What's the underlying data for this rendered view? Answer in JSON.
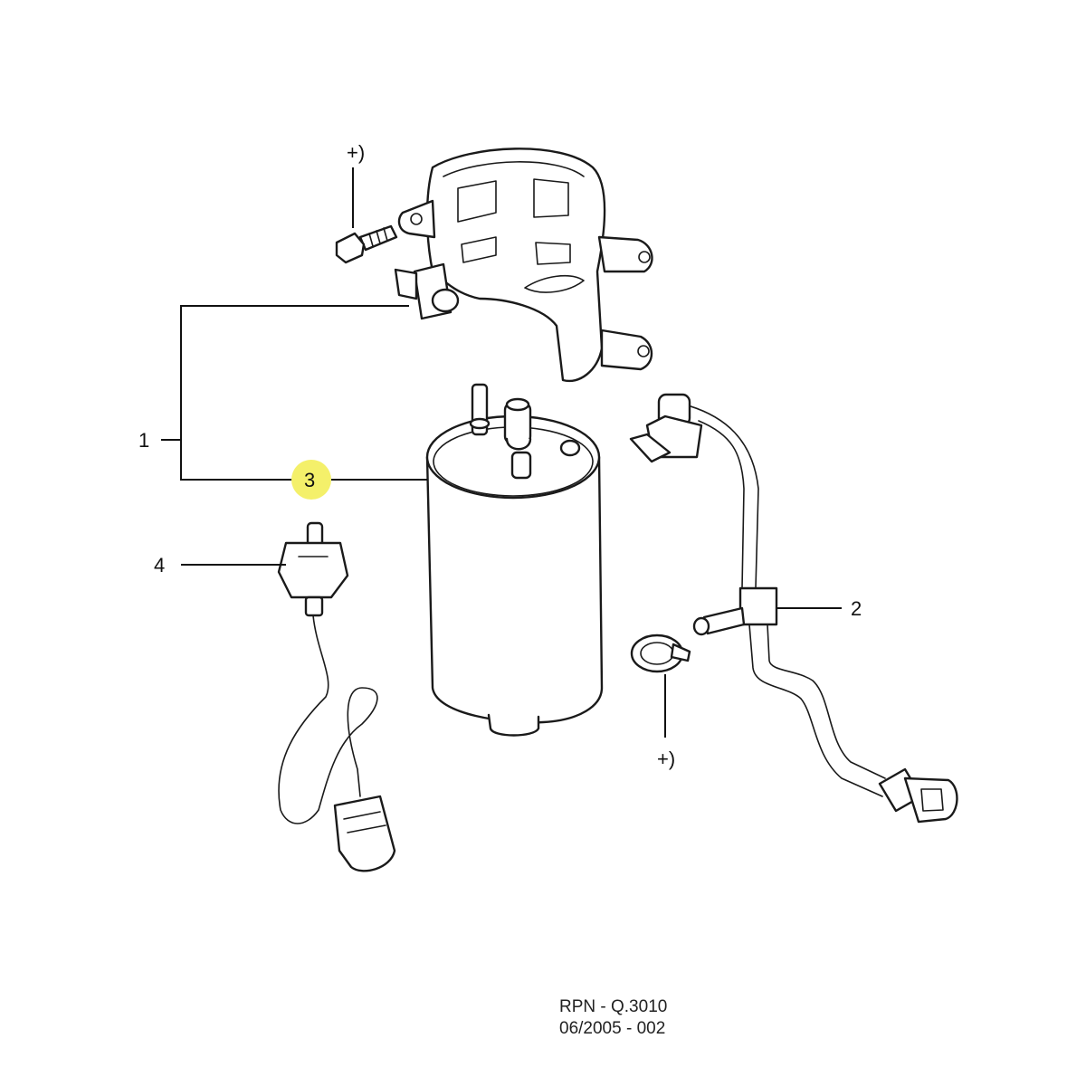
{
  "callouts": {
    "c1": "1",
    "c2": "2",
    "c3": "3",
    "c4": "4",
    "bolt_note": "+)",
    "clamp_note": "+)"
  },
  "highlight_color": "#f4f06a",
  "reference": {
    "line1": "RPN - Q.3010",
    "line2": "06/2005 - 002"
  }
}
